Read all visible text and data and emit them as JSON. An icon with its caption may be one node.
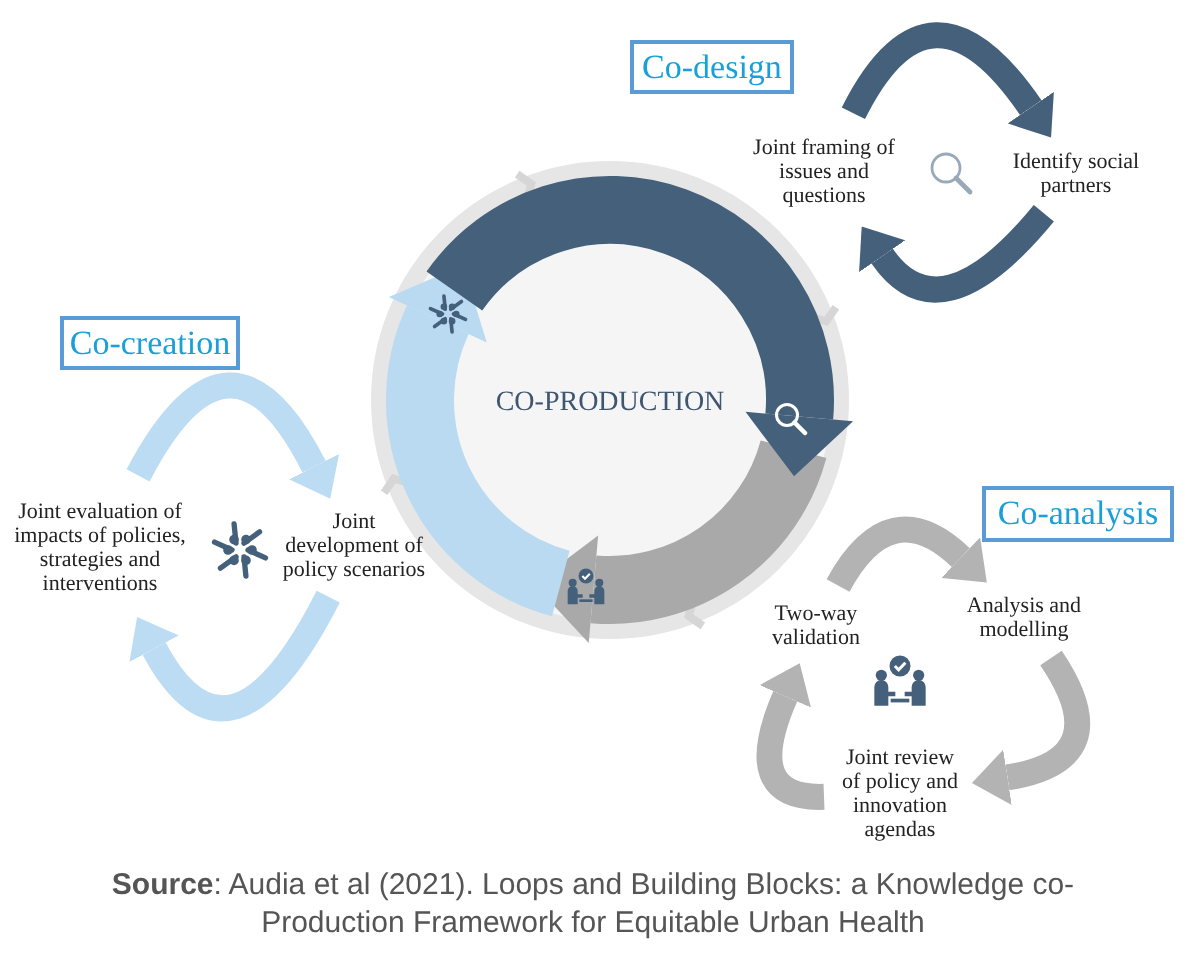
{
  "diagram": {
    "caption": "**Source**: Audia et al (2021). Loops and Building Blocks: a Knowledge co-Production Framework for Equitable Urban Health",
    "nodes": [
      {
        "text": [
          "Co-design"
        ]
      },
      {
        "text": [
          "Joint framing of issues and questions"
        ]
      },
      {
        "text": [
          "Identify social partners"
        ]
      },
      {
        "text": [
          "Co-creation"
        ]
      },
      {
        "text": [
          "Joint evaluation of impacts of policies, strategies and interventions"
        ]
      },
      {
        "text": [
          "Joint development of policy scenarios"
        ]
      },
      {
        "text": [
          "CO-PRODUCTION"
        ]
      },
      {
        "text": [
          "Co-analysis"
        ]
      },
      {
        "text": [
          "Analysis and modelling"
        ]
      },
      {
        "text": [
          "Two-way validation"
        ]
      },
      {
        "text": [
          "Joint review of policy and innovation agendas"
        ]
      }
    ],
    "edges": [
      {
        "from": 1,
        "to": 2,
        "arrow": "to",
        "color": "#44607a"
      },
      {
        "from": 2,
        "to": 1,
        "arrow": "to",
        "color": "#44607a"
      },
      {
        "from": 4,
        "to": 5,
        "arrow": "to",
        "color": "#bcdcf3"
      },
      {
        "from": 5,
        "to": 4,
        "arrow": "to",
        "color": "#bcdcf3"
      },
      {
        "from": 9,
        "to": 8,
        "arrow": "to",
        "color": "#b3b3b3"
      },
      {
        "from": 8,
        "to": 10,
        "arrow": "to",
        "color": "#b3b3b3"
      },
      {
        "from": 10,
        "to": 9,
        "arrow": "to",
        "color": "#b3b3b3"
      }
    ]
  }
}
